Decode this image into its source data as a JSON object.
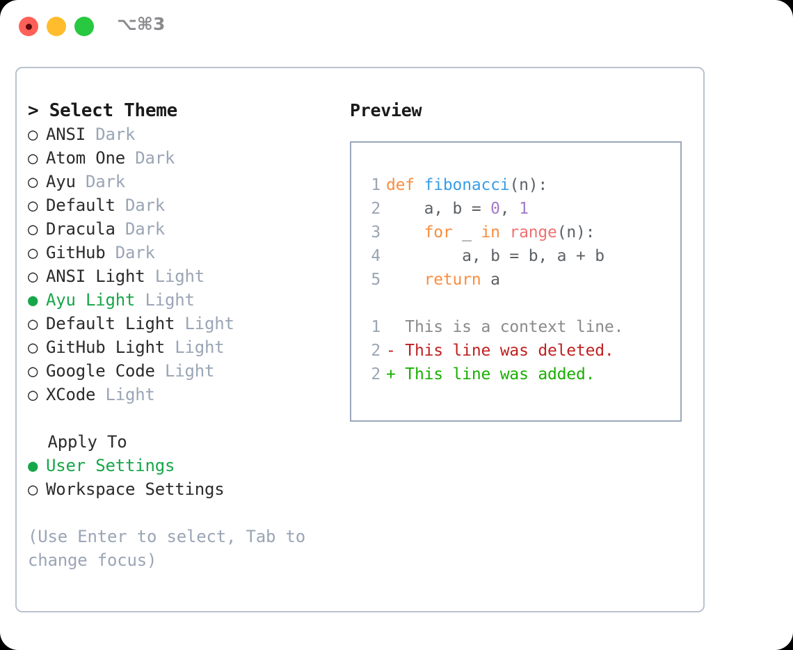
{
  "titlebar": {
    "shortcut": "⌥⌘3",
    "lights": [
      "close-red",
      "minimize-yellow",
      "maximize-green"
    ]
  },
  "theme_selector": {
    "prompt": "> Select Theme",
    "items": [
      {
        "marker": "○",
        "name": "ANSI",
        "tag": "Dark",
        "selected": false
      },
      {
        "marker": "○",
        "name": "Atom One",
        "tag": "Dark",
        "selected": false
      },
      {
        "marker": "○",
        "name": "Ayu",
        "tag": "Dark",
        "selected": false
      },
      {
        "marker": "○",
        "name": "Default",
        "tag": "Dark",
        "selected": false
      },
      {
        "marker": "○",
        "name": "Dracula",
        "tag": "Dark",
        "selected": false
      },
      {
        "marker": "○",
        "name": "GitHub",
        "tag": "Dark",
        "selected": false
      },
      {
        "marker": "○",
        "name": "ANSI Light",
        "tag": "Light",
        "selected": false
      },
      {
        "marker": "●",
        "name": "Ayu Light",
        "tag": "Light",
        "selected": true
      },
      {
        "marker": "○",
        "name": "Default Light",
        "tag": "Light",
        "selected": false
      },
      {
        "marker": "○",
        "name": "GitHub Light",
        "tag": "Light",
        "selected": false
      },
      {
        "marker": "○",
        "name": "Google Code",
        "tag": "Light",
        "selected": false
      },
      {
        "marker": "○",
        "name": "XCode",
        "tag": "Light",
        "selected": false
      }
    ]
  },
  "apply_to": {
    "heading": "  Apply To",
    "options": [
      {
        "marker": "●",
        "name": "User Settings",
        "selected": true
      },
      {
        "marker": "○",
        "name": "Workspace Settings",
        "selected": false
      }
    ]
  },
  "hint": "(Use Enter to select, Tab to change focus)",
  "preview": {
    "title": "Preview",
    "code_lines": [
      {
        "no": "1",
        "tokens": [
          {
            "t": "def",
            "c": "kw"
          },
          {
            "t": " ",
            "c": "plain"
          },
          {
            "t": "fibonacci",
            "c": "fn"
          },
          {
            "t": "(n):",
            "c": "punc"
          }
        ]
      },
      {
        "no": "2",
        "tokens": [
          {
            "t": "    a, b = ",
            "c": "plain"
          },
          {
            "t": "0",
            "c": "num"
          },
          {
            "t": ", ",
            "c": "plain"
          },
          {
            "t": "1",
            "c": "num"
          }
        ]
      },
      {
        "no": "3",
        "tokens": [
          {
            "t": "    ",
            "c": "plain"
          },
          {
            "t": "for",
            "c": "kw"
          },
          {
            "t": " _ ",
            "c": "plain"
          },
          {
            "t": "in",
            "c": "kw"
          },
          {
            "t": " ",
            "c": "plain"
          },
          {
            "t": "range",
            "c": "bi"
          },
          {
            "t": "(n):",
            "c": "punc"
          }
        ]
      },
      {
        "no": "4",
        "tokens": [
          {
            "t": "        a, b = b, a + b",
            "c": "plain"
          }
        ]
      },
      {
        "no": "5",
        "tokens": [
          {
            "t": "    ",
            "c": "plain"
          },
          {
            "t": "return",
            "c": "kw"
          },
          {
            "t": " a",
            "c": "plain"
          }
        ]
      }
    ],
    "diff_lines": [
      {
        "no": "1",
        "sign": "  ",
        "text": "This is a context line.",
        "kind": "diff-ctx"
      },
      {
        "no": "2",
        "sign": "- ",
        "text": "This line was deleted.",
        "kind": "diff-del"
      },
      {
        "no": "2",
        "sign": "+ ",
        "text": "This line was added.",
        "kind": "diff-add"
      }
    ]
  },
  "colors": {
    "accent_green": "#18A64A",
    "keyword_orange": "#FA8D3E",
    "function_blue": "#399EE6",
    "number_purple": "#A37ACC",
    "builtin_red": "#F07171",
    "muted_gray": "#9AA5B5",
    "diff_delete": "#C02020",
    "diff_add": "#18B000",
    "panel_border": "#B9C2CF"
  }
}
